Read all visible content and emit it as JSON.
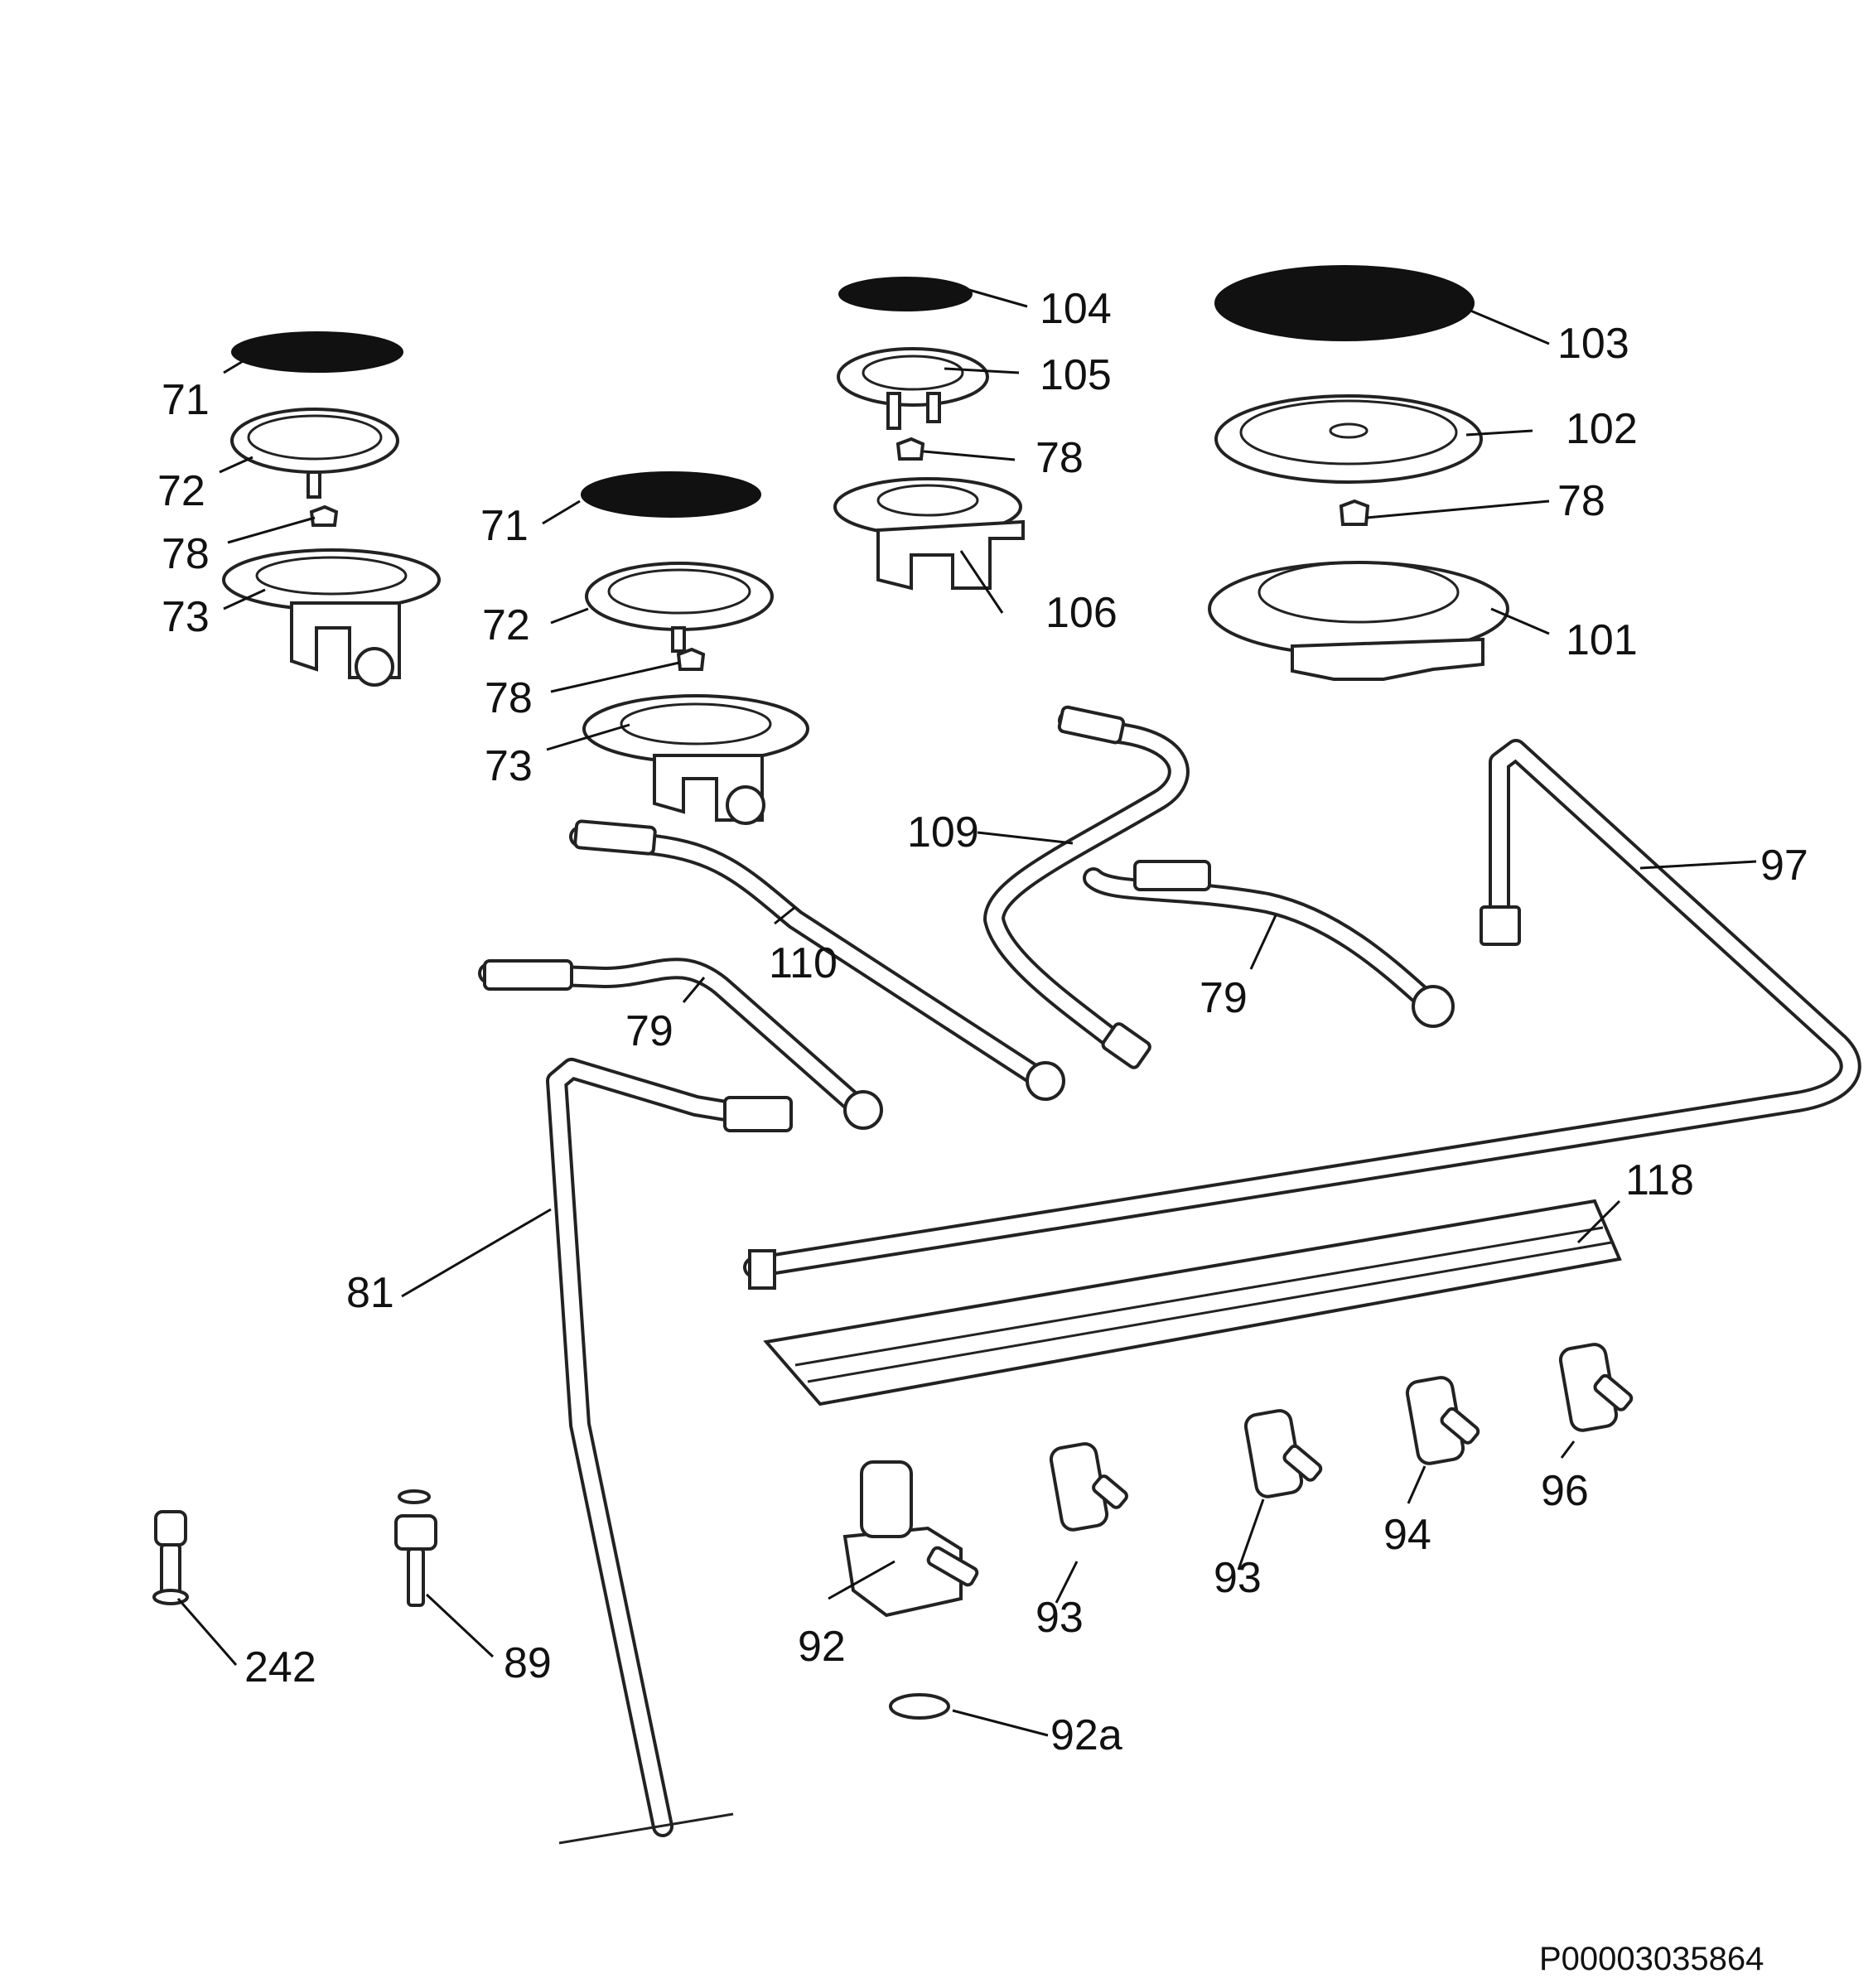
{
  "document_ref": "P00003035864",
  "part_labels": [
    {
      "id": "71a",
      "text": "71"
    },
    {
      "id": "72a",
      "text": "72"
    },
    {
      "id": "78a",
      "text": "78"
    },
    {
      "id": "73a",
      "text": "73"
    },
    {
      "id": "71b",
      "text": "71"
    },
    {
      "id": "72b",
      "text": "72"
    },
    {
      "id": "78b",
      "text": "78"
    },
    {
      "id": "73b",
      "text": "73"
    },
    {
      "id": "104",
      "text": "104"
    },
    {
      "id": "105",
      "text": "105"
    },
    {
      "id": "78c",
      "text": "78"
    },
    {
      "id": "106",
      "text": "106"
    },
    {
      "id": "103",
      "text": "103"
    },
    {
      "id": "102",
      "text": "102"
    },
    {
      "id": "78d",
      "text": "78"
    },
    {
      "id": "101",
      "text": "101"
    },
    {
      "id": "109",
      "text": "109"
    },
    {
      "id": "97",
      "text": "97"
    },
    {
      "id": "110",
      "text": "110"
    },
    {
      "id": "79a",
      "text": "79"
    },
    {
      "id": "79b",
      "text": "79"
    },
    {
      "id": "118",
      "text": "118"
    },
    {
      "id": "81",
      "text": "81"
    },
    {
      "id": "96",
      "text": "96"
    },
    {
      "id": "94",
      "text": "94"
    },
    {
      "id": "93a",
      "text": "93"
    },
    {
      "id": "93b",
      "text": "93"
    },
    {
      "id": "92",
      "text": "92"
    },
    {
      "id": "92a",
      "text": "92a"
    },
    {
      "id": "242",
      "text": "242"
    },
    {
      "id": "89",
      "text": "89"
    }
  ]
}
